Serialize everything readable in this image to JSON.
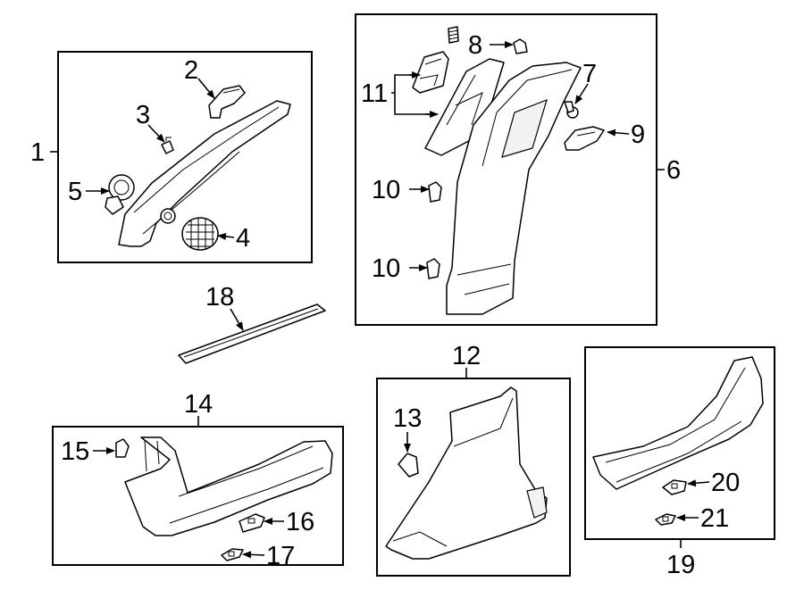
{
  "callouts": {
    "c1": "1",
    "c2": "2",
    "c3": "3",
    "c4": "4",
    "c5": "5",
    "c6": "6",
    "c7": "7",
    "c8": "8",
    "c9": "9",
    "c10a": "10",
    "c10b": "10",
    "c11": "11",
    "c12": "12",
    "c13": "13",
    "c14": "14",
    "c15": "15",
    "c16": "16",
    "c17": "17",
    "c18": "18",
    "c19": "19",
    "c20": "20",
    "c21": "21"
  }
}
